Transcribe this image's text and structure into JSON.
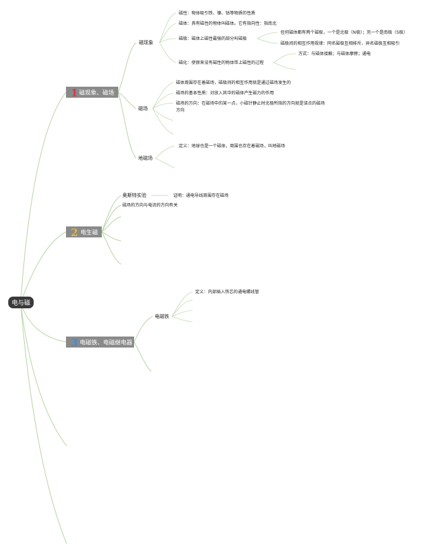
{
  "root": {
    "label": "电与磁"
  },
  "chapters": [
    {
      "number": "1",
      "number_color": "#d63a4a",
      "label": "磁现象、磁场"
    },
    {
      "number": "2",
      "number_color": "#e2b83a",
      "label": "电生磁"
    },
    {
      "number": "3",
      "number_color": "#3a8fd6",
      "label": "电磁铁、电磁继电器"
    }
  ],
  "topics": {
    "magnetic_phenomena": "磁现象",
    "magnetic_field": "磁场",
    "earth_field": "地磁场",
    "oersted": "奥斯特实验",
    "electromagnet": "电磁铁"
  },
  "leaves": {
    "magnetism": "磁性：物体吸引铁、镍、钴等物质的性质",
    "magnet": "磁体：具有磁性的物体叫磁体。它有指向性：指南北",
    "poles": "磁极：磁体上磁性最强的部分叫磁极",
    "poles_sub1": "任何磁体都有两个磁极，一个是北极（N极）；另一个是南极（S极）",
    "poles_sub2": "磁极间的相互作用规律：同名磁极互相排斥，异名磁极互相吸引",
    "magnetization": "磁化：使原来没有磁性的物体带上磁性的过程",
    "magnetization_sub": "方式：与磁体接触；与磁体摩擦；通电",
    "field1": "磁体周围存在着磁场，磁极间的相互作用就是通过磁场发生的",
    "field2": "磁场的基本性质：对放入其中的磁体产生磁力的作用",
    "field3_line1": "磁场的方向：在磁场中的某一点，小磁针静止时北极所指的方向就是该点的磁场",
    "field3_line2": "方向",
    "earth_def": "定义：地球也是一个磁体，周围也存在着磁场，叫地磁场",
    "oersted_proof": "证明：通电导线周围存在磁场",
    "field_current": "磁场的方向与电流的方向有关",
    "electromagnet_def": "定义：内部插入铁芯的通电螺线管"
  }
}
